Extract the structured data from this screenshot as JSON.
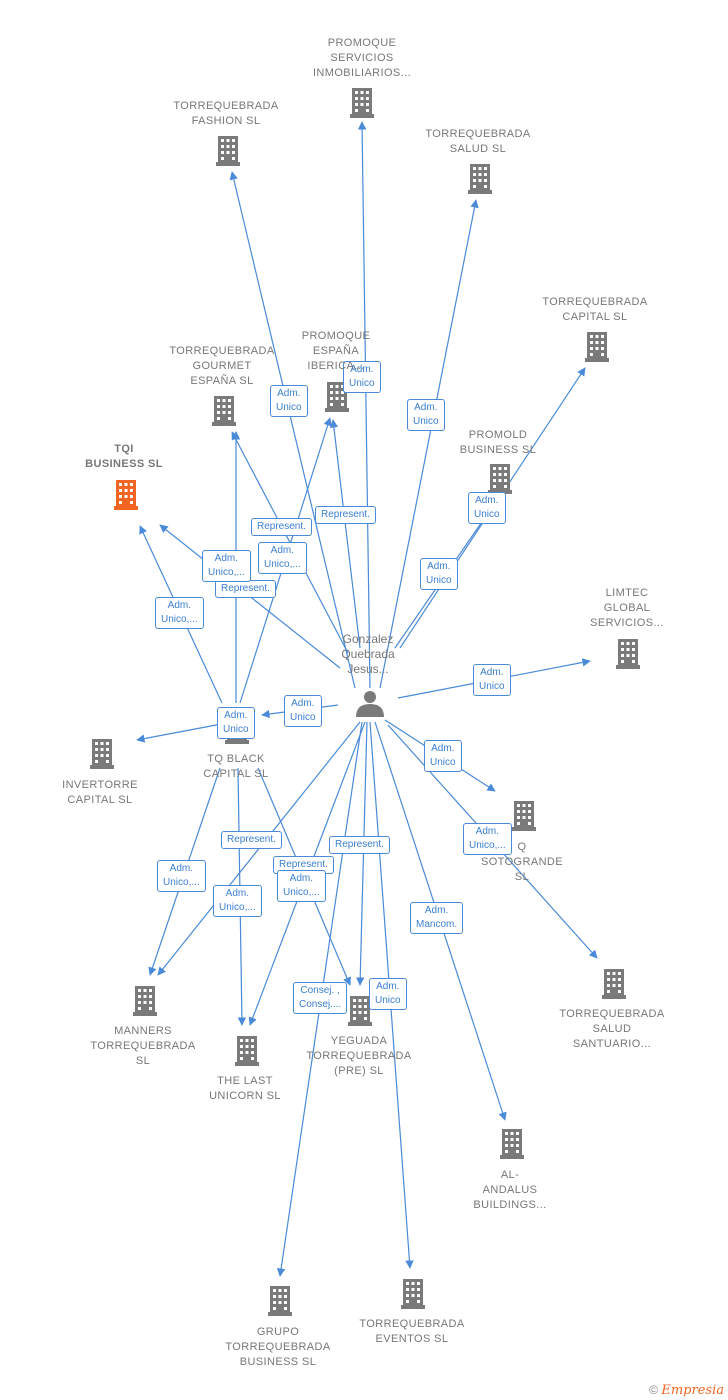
{
  "colors": {
    "edge": "#4a8ad8",
    "building": "#7a7a7a",
    "focus_building": "#f26522",
    "person": "#7a7a7a"
  },
  "center": {
    "label": "Gonzalez\nQuebrada\nJesus...",
    "icon": "person-icon"
  },
  "nodes": [
    {
      "id": "promoque-servicios",
      "label": "PROMOQUE\nSERVICIOS\nINMOBILIARIOS...",
      "icon": "building-icon"
    },
    {
      "id": "torrequebrada-fashion",
      "label": "TORREQUEBRADA\nFASHION SL",
      "icon": "building-icon"
    },
    {
      "id": "torrequebrada-salud",
      "label": "TORREQUEBRADA\nSALUD SL",
      "icon": "building-icon"
    },
    {
      "id": "torrequebrada-capital",
      "label": "TORREQUEBRADA\nCAPITAL SL",
      "icon": "building-icon"
    },
    {
      "id": "promoque-espana",
      "label": "PROMOQUE\nESPAÑA\nIBERICA...",
      "icon": "building-icon"
    },
    {
      "id": "torrequebrada-gourmet",
      "label": "TORREQUEBRADA\nGOURMET\nESPAÑA SL",
      "icon": "building-icon"
    },
    {
      "id": "tqi-business",
      "label": "TQI\nBUSINESS SL",
      "icon": "building-icon",
      "focus": true
    },
    {
      "id": "promold-business",
      "label": "PROMOLD\nBUSINESS SL",
      "icon": "building-icon"
    },
    {
      "id": "limtec-global",
      "label": "LIMTEC\nGLOBAL\nSERVICIOS...",
      "icon": "building-icon"
    },
    {
      "id": "tq-black-capital",
      "label": "TQ BLACK\nCAPITAL SL",
      "icon": "building-icon"
    },
    {
      "id": "invertorre-capital",
      "label": "INVERTORRE\nCAPITAL SL",
      "icon": "building-icon"
    },
    {
      "id": "tq-sotogrande",
      "label": "Q\nSOTOGRANDE\nSL",
      "icon": "building-icon"
    },
    {
      "id": "torrequebrada-salud-santuario",
      "label": "TORREQUEBRADA\nSALUD\nSANTUARIO...",
      "icon": "building-icon"
    },
    {
      "id": "manners-torrequebrada",
      "label": "MANNERS\nTORREQUEBRADA\nSL",
      "icon": "building-icon"
    },
    {
      "id": "the-last-unicorn",
      "label": "THE LAST\nUNICORN SL",
      "icon": "building-icon"
    },
    {
      "id": "yeguada-torrequebrada",
      "label": "YEGUADA\nTORREQUEBRADA\n(PRE) SL",
      "icon": "building-icon"
    },
    {
      "id": "al-andalus-buildings",
      "label": "AL-\nANDALUS\nBUILDINGS...",
      "icon": "building-icon"
    },
    {
      "id": "grupo-torrequebrada",
      "label": "GRUPO\nTORREQUEBRADA\nBUSINESS SL",
      "icon": "building-icon"
    },
    {
      "id": "torrequebrada-eventos",
      "label": "TORREQUEBRADA\nEVENTOS SL",
      "icon": "building-icon"
    }
  ],
  "edges": [
    {
      "from": "center",
      "to": "promoque-servicios",
      "label": "Adm.\nUnico"
    },
    {
      "from": "center",
      "to": "torrequebrada-fashion",
      "label": "Adm.\nUnico"
    },
    {
      "from": "center",
      "to": "torrequebrada-salud",
      "label": "Adm.\nUnico"
    },
    {
      "from": "center",
      "to": "torrequebrada-capital",
      "label": "Adm.\nUnico"
    },
    {
      "from": "center",
      "to": "promoque-espana",
      "label": "Represent."
    },
    {
      "from": "center",
      "to": "torrequebrada-gourmet",
      "label": "Represent."
    },
    {
      "from": "center",
      "to": "tqi-business",
      "label": "Represent."
    },
    {
      "from": "center",
      "to": "promold-business",
      "label": "Adm.\nUnico"
    },
    {
      "from": "center",
      "to": "limtec-global",
      "label": "Adm.\nUnico"
    },
    {
      "from": "center",
      "to": "tq-black-capital",
      "label": "Adm.\nUnico"
    },
    {
      "from": "center",
      "to": "tq-sotogrande",
      "label": "Adm.\nUnico"
    },
    {
      "from": "center",
      "to": "torrequebrada-salud-santuario",
      "label": "Adm.\nUnico,..."
    },
    {
      "from": "center",
      "to": "manners-torrequebrada",
      "label": "Represent."
    },
    {
      "from": "center",
      "to": "the-last-unicorn",
      "label": "Represent."
    },
    {
      "from": "center",
      "to": "yeguada-torrequebrada",
      "label": "Represent."
    },
    {
      "from": "center",
      "to": "al-andalus-buildings",
      "label": "Adm.\nMancom."
    },
    {
      "from": "center",
      "to": "grupo-torrequebrada",
      "label": "Consej. ,\nConsej...."
    },
    {
      "from": "center",
      "to": "torrequebrada-eventos",
      "label": "Adm.\nUnico"
    },
    {
      "from": "tq-black-capital",
      "to": "invertorre-capital",
      "label": "Adm.\nUnico"
    },
    {
      "from": "tq-black-capital",
      "to": "tqi-business",
      "label": "Adm.\nUnico,..."
    },
    {
      "from": "tq-black-capital",
      "to": "torrequebrada-gourmet",
      "label": "Adm.\nUnico,..."
    },
    {
      "from": "tq-black-capital",
      "to": "promoque-espana",
      "label": "Adm.\nUnico,..."
    },
    {
      "from": "tq-black-capital",
      "to": "manners-torrequebrada",
      "label": "Adm.\nUnico,..."
    },
    {
      "from": "tq-black-capital",
      "to": "the-last-unicorn",
      "label": "Adm.\nUnico,..."
    },
    {
      "from": "tq-black-capital",
      "to": "yeguada-torrequebrada",
      "label": "Adm.\nUnico,..."
    }
  ],
  "footer": {
    "copyright": "©",
    "brand": "Empresia"
  }
}
